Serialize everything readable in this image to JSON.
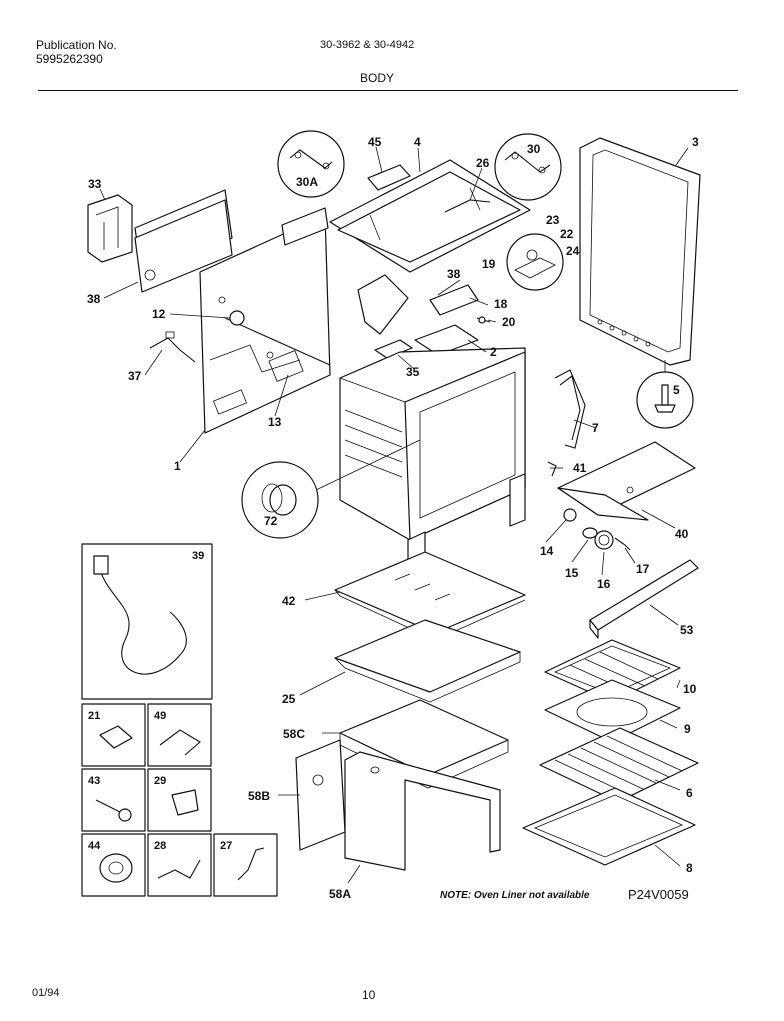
{
  "header": {
    "publication_label": "Publication No.",
    "publication_number": "5995262390",
    "models": "30-3962 & 30-4942",
    "section_title": "BODY"
  },
  "footer": {
    "date": "01/94",
    "page_number": "10"
  },
  "diagram": {
    "drawing_code": "P24V0059",
    "note": "NOTE: Oven Liner not available",
    "callouts": {
      "c1": "1",
      "c2": "2",
      "c3": "3",
      "c4": "4",
      "c5": "5",
      "c6": "6",
      "c7": "7",
      "c8": "8",
      "c9": "9",
      "c10": "10",
      "c12": "12",
      "c13": "13",
      "c14": "14",
      "c15": "15",
      "c16": "16",
      "c17": "17",
      "c18": "18",
      "c19": "19",
      "c20": "20",
      "c22": "22",
      "c23": "23",
      "c24": "24",
      "c25": "25",
      "c26": "26",
      "c30": "30",
      "c30a": "30A",
      "c33": "33",
      "c35": "35",
      "c37": "37",
      "c38a": "38",
      "c38b": "38",
      "c40": "40",
      "c41": "41",
      "c42": "42",
      "c45": "45",
      "c53": "53",
      "c58a": "58A",
      "c58b": "58B",
      "c58c": "58C",
      "c72": "72"
    },
    "boxes": {
      "b39": "39",
      "b21": "21",
      "b49": "49",
      "b43": "43",
      "b29": "29",
      "b44": "44",
      "b28": "28",
      "b27": "27"
    }
  }
}
